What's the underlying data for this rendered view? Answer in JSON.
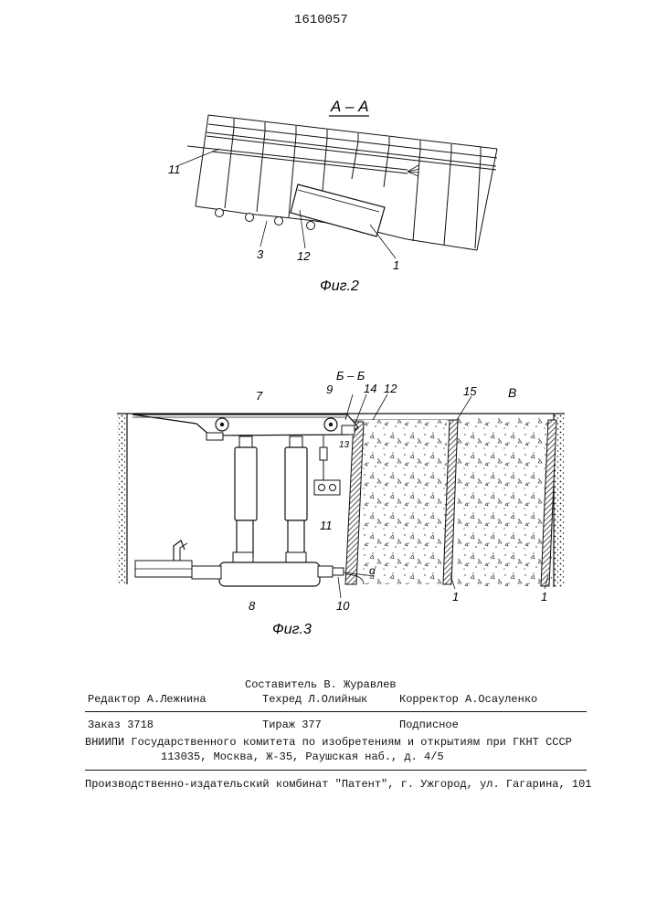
{
  "patent_number": "1610057",
  "fig2": {
    "section_label": "А – А",
    "caption": "Фиг.2",
    "labels": {
      "l11": "11",
      "l3": "3",
      "l12": "12",
      "l1": "1"
    }
  },
  "fig3": {
    "section_label": "Б – Б",
    "caption": "Фиг.3",
    "labels": {
      "l7": "7",
      "l9": "9",
      "l14": "14",
      "l12": "12",
      "l15": "15",
      "lB": "В",
      "l13": "13",
      "l11": "11",
      "l8": "8",
      "l10": "10",
      "l1a": "1",
      "l1b": "1",
      "alpha": "α"
    }
  },
  "colophon": {
    "compiler": "Составитель  В. Журавлев",
    "editor": "Редактор А.Лежнина",
    "techred": "Техред Л.Олийнык",
    "corrector": "Корректор А.Осауленко",
    "order": "Заказ 3718",
    "circulation": "Тираж 377",
    "subscription": "Подписное",
    "vniipi": "ВНИИПИ Государственного комитета по изобретениям и открытиям при ГКНТ СССР",
    "address": "113035, Москва, Ж-35, Раушская наб., д. 4/5",
    "publisher": "Производственно-издательский комбинат \"Патент\", г. Ужгород, ул. Гагарина, 101"
  }
}
